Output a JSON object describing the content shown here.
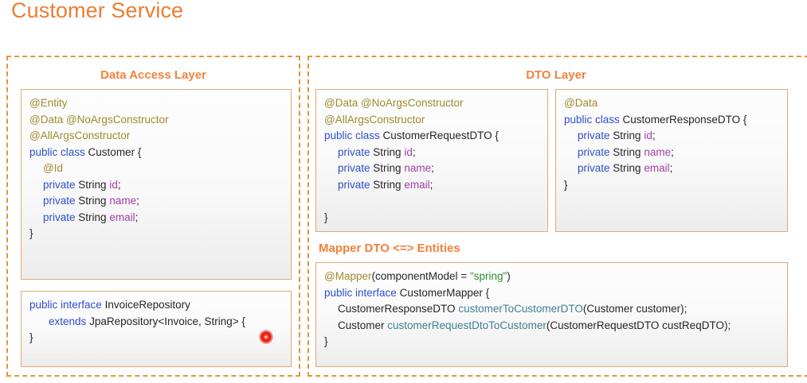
{
  "title": "Customer Service",
  "colors": {
    "accent_orange": "#ED7D31",
    "header_orange": "#F2813B",
    "dashed_border": "#E8943A",
    "code_border": "#E0A878",
    "annotation": "#9E8B2E",
    "keyword": "#2E4FCB",
    "field": "#A33FA3",
    "string": "#2E8B2E",
    "method": "#3F7F8F",
    "laser_dot": "#e01000"
  },
  "panels": {
    "data_access_layer": {
      "header": "Data Access Layer",
      "entity_box": {
        "l1_ann": "@Entity",
        "l2_ann": "@Data @NoArgsConstructor",
        "l3_ann": "@AllArgsConstructor",
        "l4_kw": "public class",
        "l4_name": "Customer {",
        "l5_ann": "@Id",
        "l6_kw": "private",
        "l6_type": "String",
        "l6_fld": "id",
        "l6_semi": ";",
        "l7_kw": "private",
        "l7_type": "String",
        "l7_fld": "name",
        "l7_semi": ";",
        "l8_kw": "private",
        "l8_type": "String",
        "l8_fld": "email",
        "l8_semi": ";",
        "l9_close": "}"
      },
      "repository_box": {
        "l1_kw": "public interface",
        "l1_name": "InvoiceRepository",
        "l2_kw": "extends",
        "l2_rest": "JpaRepository<Invoice, String> {",
        "l3_close": "}"
      }
    },
    "dto_layer": {
      "header": "DTO Layer",
      "request_dto_box": {
        "l1_ann": "@Data @NoArgsConstructor",
        "l2_ann": "@AllArgsConstructor",
        "l3_kw": "public class",
        "l3_name": "CustomerRequestDTO {",
        "l4_kw": "private",
        "l4_type": "String",
        "l4_fld": "id",
        "l4_semi": ";",
        "l5_kw": "private",
        "l5_type": "String",
        "l5_fld": "name",
        "l5_semi": ";",
        "l6_kw": "private",
        "l6_type": "String",
        "l6_fld": "email",
        "l6_semi": ";",
        "l7_close": "}"
      },
      "response_dto_box": {
        "l1_ann": "@Data",
        "l2_kw": "public class",
        "l2_name": "CustomerResponseDTO {",
        "l3_kw": "private",
        "l3_type": "String",
        "l3_fld": "id",
        "l3_semi": ";",
        "l4_kw": "private",
        "l4_type": "String",
        "l4_fld": "name",
        "l4_semi": ";",
        "l5_kw": "private",
        "l5_type": "String",
        "l5_fld": "email",
        "l5_semi": ";",
        "l6_close": "}"
      },
      "mapper": {
        "title": "Mapper DTO <=> Entities",
        "box": {
          "l1_ann": "@Mapper",
          "l1_open": "(componentModel = ",
          "l1_str": "\"spring\"",
          "l1_close": ")",
          "l2_kw": "public interface",
          "l2_name": "CustomerMapper {",
          "l3_type": "CustomerResponseDTO ",
          "l3_mth": "customerToCustomerDTO",
          "l3_args": "(Customer customer);",
          "l4_type": "Customer ",
          "l4_mth": "customerRequestDtoToCustomer",
          "l4_args": "(CustomerRequestDTO custReqDTO);",
          "l5_close": "}"
        }
      }
    }
  },
  "pointer": {
    "name": "laser-pointer-dot"
  }
}
